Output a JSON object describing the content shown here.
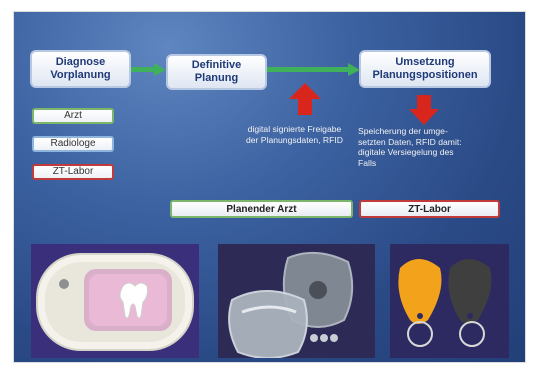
{
  "flow": {
    "stage1": "Diagnose\nVorplanung",
    "stage2": "Definitive\nPlanung",
    "stage3": "Umsetzung\nPlanungspositionen"
  },
  "roles": [
    "Arzt",
    "Radiologe",
    "ZT-Labor"
  ],
  "notes": {
    "left": "digital signierte Freigabe\nder Planungsdaten, RFID",
    "right": "Speicherung der umge-\nsetzten Daten, RFID damit:\ndigitale Versiegelung des\nFalls"
  },
  "columns": {
    "left": "Planender Arzt",
    "right": "ZT-Labor"
  },
  "colors": {
    "green": "#3fb15a",
    "red": "#d9261c",
    "arzt_border": "#7cb66a",
    "radiologe_border": "#8fb5df",
    "labor_border": "#c23b3b",
    "orange_tag": "#f2a21b",
    "dark_tag": "#3f3f3f"
  },
  "icons": {
    "arrow_right": "green-right-arrow-icon",
    "arrow_up": "red-up-arrow-icon",
    "arrow_down": "red-down-arrow-icon"
  }
}
